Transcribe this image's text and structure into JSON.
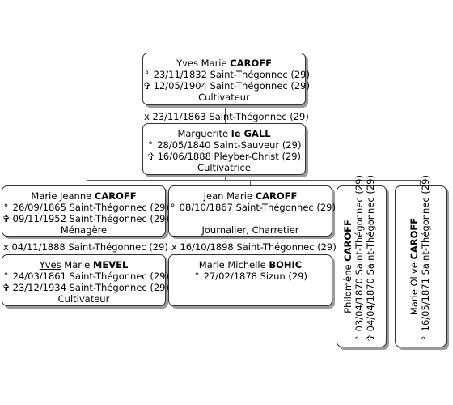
{
  "parents": {
    "father": {
      "given": "Yves Marie",
      "surname": "CAROFF",
      "birth": "23/11/1832 Saint-Thégonnec (29)",
      "death": "12/05/1904 Saint-Thégonnec (29)",
      "occupation": "Cultivateur"
    },
    "marriage": "23/11/1863 Saint-Thégonnec (29)",
    "mother": {
      "given": "Marguerite",
      "surname": "le GALL",
      "birth": "28/05/1840 Saint-Sauveur (29)",
      "death": "16/06/1888 Pleyber-Christ (29)",
      "occupation": "Cultivatrice"
    }
  },
  "children": [
    {
      "given": "Marie Jeanne",
      "surname": "CAROFF",
      "birth": "26/09/1865 Saint-Thégonnec (29)",
      "death": "09/11/1952 Saint-Thégonnec (29)",
      "occupation": "Ménagère",
      "marriage": "04/11/1888 Saint-Thégonnec (29)",
      "spouse": {
        "given_underlined": "Yves",
        "given_rest": "Marie",
        "surname": "MEVEL",
        "birth": "24/03/1861 Saint-Thégonnec (29)",
        "death": "23/12/1934 Saint-Thégonnec (29)",
        "occupation": "Cultivateur"
      }
    },
    {
      "given": "Jean Marie",
      "surname": "CAROFF",
      "birth": "08/10/1867 Saint-Thégonnec (29)",
      "occupation": "Journalier, Charretier",
      "marriage": "16/10/1898 Saint-Thégonnec (29)",
      "spouse": {
        "given": "Marie Michelle",
        "surname": "BOHIC",
        "birth": "27/02/1878 Sizun (29)"
      }
    },
    {
      "given": "Philomène",
      "surname": "CAROFF",
      "birth": "03/04/1870 Saint-Thégonnec (29)",
      "death": "04/04/1870 Saint-Thégonnec (29)"
    },
    {
      "given": "Marie Olive",
      "surname": "CAROFF",
      "birth": "16/05/1871 Saint-Thégonnec (29)"
    }
  ],
  "symbols": {
    "birth": "°",
    "death": "✞",
    "marriage": "x"
  }
}
